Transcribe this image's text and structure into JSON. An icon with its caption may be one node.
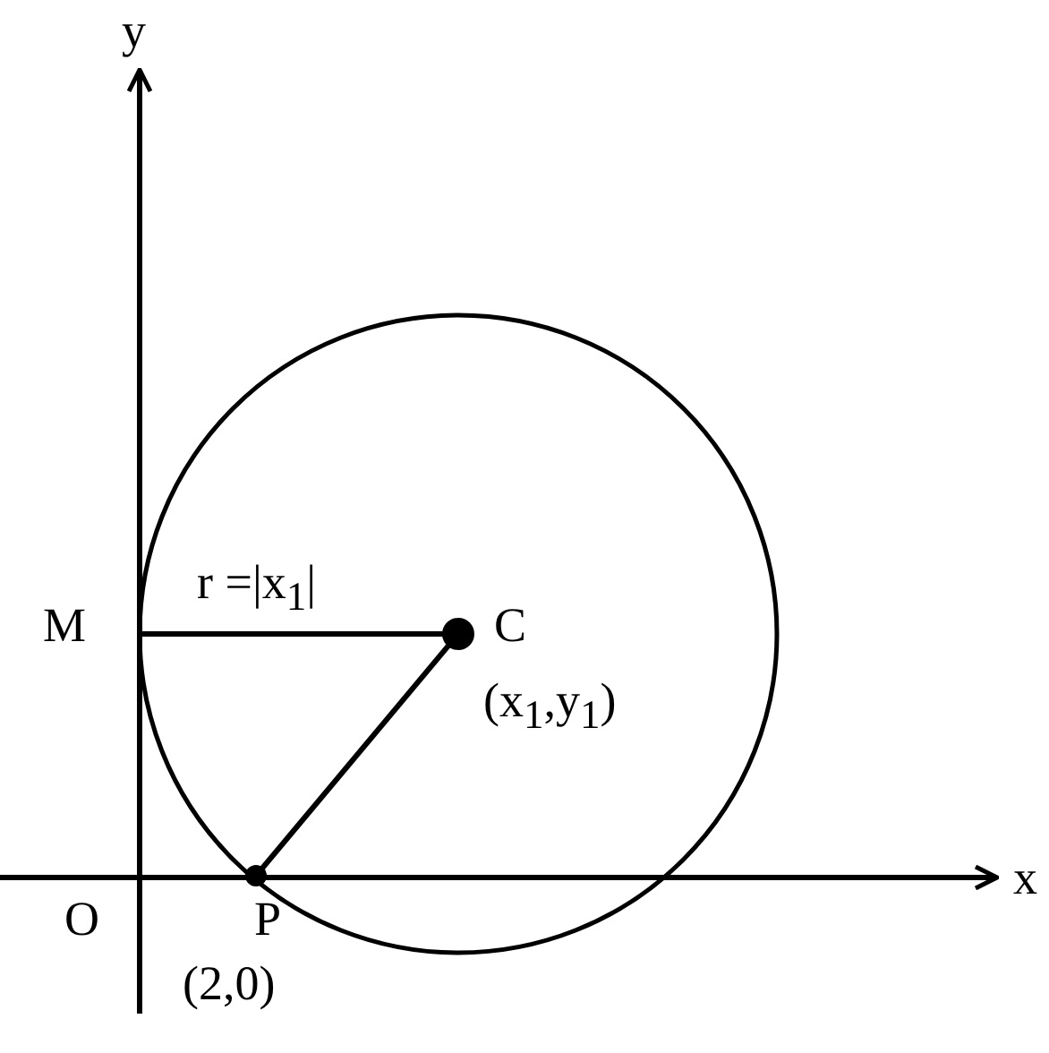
{
  "diagram": {
    "nodes": [
      {
        "text": [
          "M"
        ]
      },
      {
        "text": [
          "C",
          "(x$_{1}$,y$_{1}$)"
        ]
      },
      {
        "text": [
          "P",
          "(2,0)"
        ]
      }
    ],
    "edges": [
      {
        "from": 0,
        "to": 1,
        "arrow": "none",
        "label": "r =|x$_{1}$|"
      },
      {
        "from": 1,
        "to": 2,
        "arrow": "none"
      }
    ],
    "labels": [
      "y",
      "x",
      "O"
    ]
  }
}
